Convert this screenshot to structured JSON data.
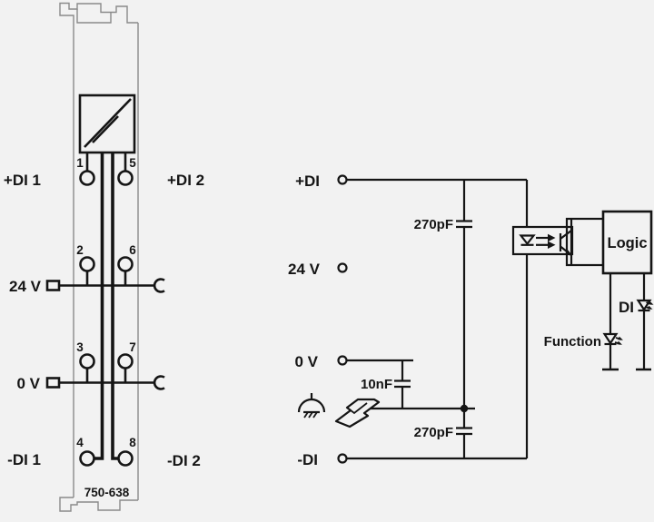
{
  "module": {
    "part_number": "750-638",
    "terminal_numbers": [
      "1",
      "2",
      "3",
      "4",
      "5",
      "6",
      "7",
      "8"
    ],
    "labels": {
      "plus_di1": "+DI 1",
      "plus_di2": "+DI 2",
      "v24": "24 V",
      "v0": "0 V",
      "minus_di1": "-DI 1",
      "minus_di2": "-DI 2"
    }
  },
  "schematic": {
    "terminal_labels": {
      "plus_di": "+DI",
      "v24": "24 V",
      "v0": "0 V",
      "minus_di": "-DI"
    },
    "capacitor_labels": {
      "c_top": "270pF",
      "c_mid": "10nF",
      "c_bottom": "270pF"
    },
    "logic_label": "Logic",
    "led_di_label": "DI",
    "led_function_label": "Function"
  },
  "colors": {
    "bg": "#f2f2f2",
    "ink": "#151515",
    "outline": "#8a8a8a"
  }
}
